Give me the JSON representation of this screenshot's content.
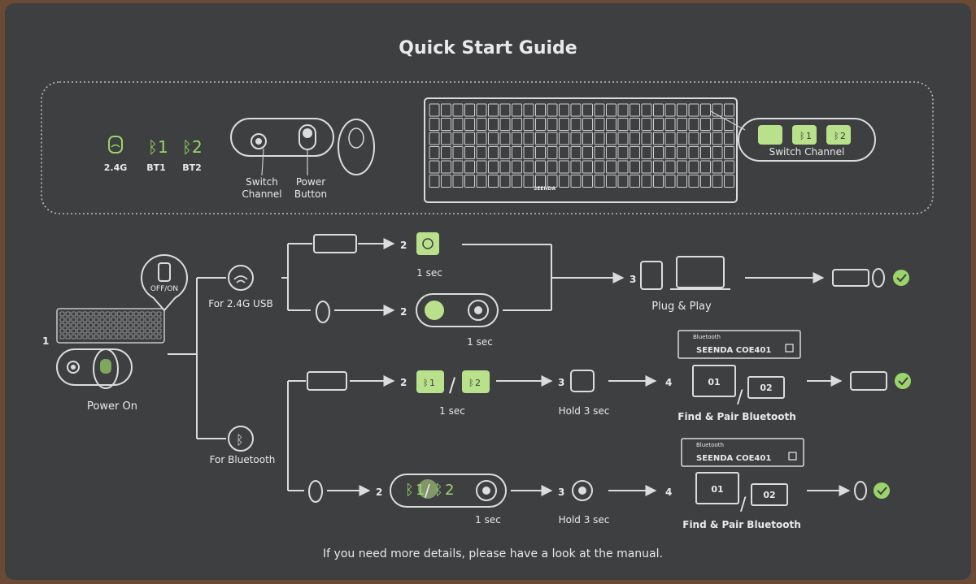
{
  "title": "Quick Start Guide",
  "indicators": [
    {
      "glyph": "",
      "label": "2.4G"
    },
    {
      "glyph": "1",
      "label": "BT1"
    },
    {
      "glyph": "2",
      "label": "BT2"
    }
  ],
  "mouse_bottom": {
    "switch_label_1": "Switch",
    "switch_label_2": "Channel",
    "power_label_1": "Power",
    "power_label_2": "Button"
  },
  "keyboard_brand": "SEENDA",
  "switch_panel": {
    "label": "Switch Channel",
    "keys": [
      "",
      "1",
      "2"
    ]
  },
  "flow": {
    "step1_number": "1",
    "power_on": "Power On",
    "off_on": "OFF/ON",
    "usb_label": "For 2.4G USB",
    "bt_label": "For Bluetooth",
    "step2": "2",
    "step3": "3",
    "step4": "4",
    "one_sec": "1 sec",
    "plug_play": "Plug & Play",
    "hold_3_sec": "Hold 3 sec",
    "find_pair": "Find & Pair Bluetooth",
    "bt_header": "Bluetooth",
    "device_name": "SEENDA COE401",
    "bt1_glyph": "1",
    "bt2_glyph": "2",
    "screen_1": "01",
    "screen_2": "02",
    "slash": "/"
  },
  "footer": "If you need more details, please have a look at the manual.",
  "colors": {
    "card": "#3d3f40",
    "accent": "#9bd46b",
    "line": "#dcdcdc"
  }
}
